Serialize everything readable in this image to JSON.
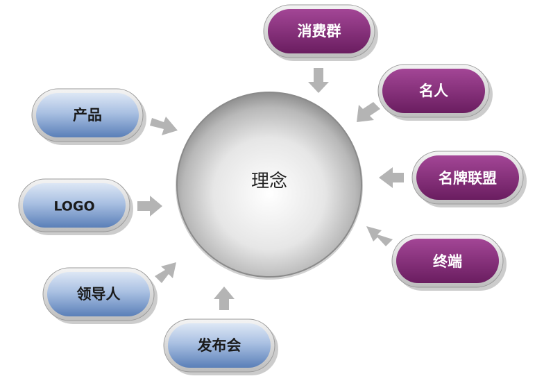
{
  "center": {
    "label": "理念"
  },
  "left_nodes": [
    {
      "label": "产品"
    },
    {
      "label": "LOGO"
    },
    {
      "label": "领导人"
    },
    {
      "label": "发布会"
    }
  ],
  "right_nodes": [
    {
      "label": "消费群"
    },
    {
      "label": "名人"
    },
    {
      "label": "名牌联盟"
    },
    {
      "label": "终端"
    }
  ],
  "colors": {
    "blue_top": "#c9d8ee",
    "blue_bottom": "#5a7fb8",
    "purple_top": "#9a3d8c",
    "purple_bottom": "#6e1f63",
    "arrow": "#b4b4b4"
  }
}
